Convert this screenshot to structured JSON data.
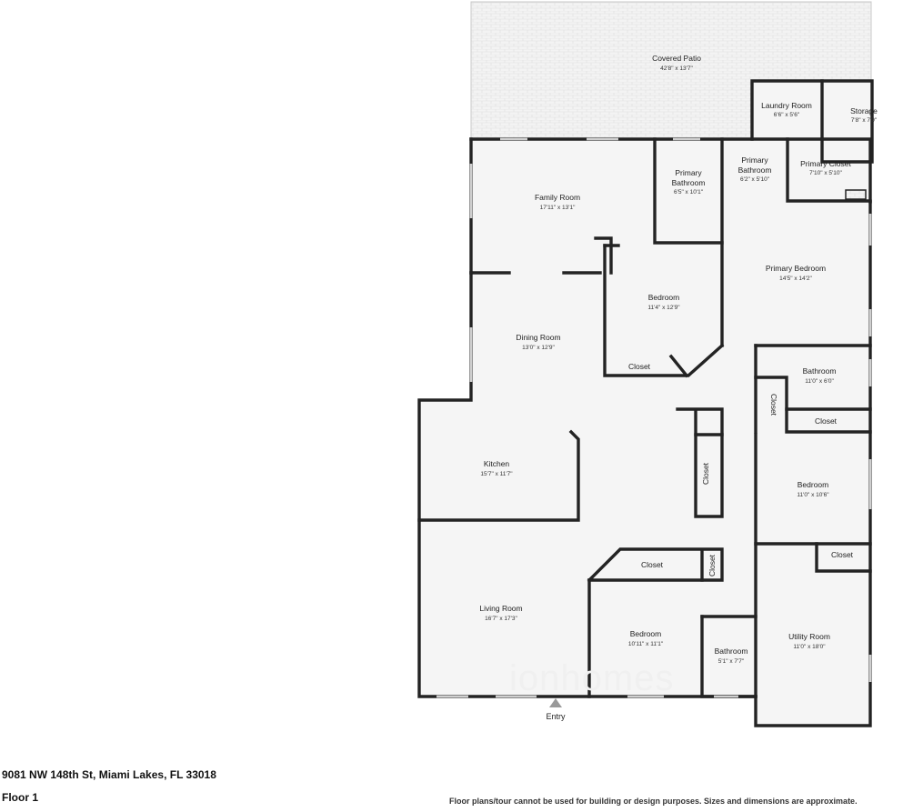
{
  "listing": {
    "address": "9081 NW 148th St, Miami Lakes, FL 33018",
    "floor": "Floor 1",
    "disclaimer": "Floor plans/tour cannot be used for building or design purposes. Sizes and dimensions are approximate.",
    "entry_label": "Entry",
    "watermark": "ionhomes"
  },
  "rooms": {
    "covered_patio": {
      "name": "Covered Patio",
      "dim": "42'8\" x 13'7\""
    },
    "laundry_room": {
      "name": "Laundry Room",
      "dim": "6'6\" x 5'6\""
    },
    "storage": {
      "name": "Storage",
      "dim": "7'8\" x 7'9\""
    },
    "family_room": {
      "name": "Family Room",
      "dim": "17'11\" x 13'1\""
    },
    "primary_bath_1": {
      "name1": "Primary",
      "name2": "Bathroom",
      "dim": "6'5\" x 10'1\""
    },
    "primary_bath_2": {
      "name1": "Primary",
      "name2": "Bathroom",
      "dim": "6'2\" x 5'10\""
    },
    "primary_closet": {
      "name": "Primary Closet",
      "dim": "7'10\" x 5'10\""
    },
    "primary_bedroom": {
      "name": "Primary Bedroom",
      "dim": "14'5\" x 14'2\""
    },
    "bedroom_1": {
      "name": "Bedroom",
      "dim": "11'4\" x 12'9\""
    },
    "closet_1": {
      "name": "Closet"
    },
    "dining_room": {
      "name": "Dining Room",
      "dim": "13'0\" x 12'9\""
    },
    "bathroom_1": {
      "name": "Bathroom",
      "dim": "11'0\" x 6'0\""
    },
    "closet_v1": {
      "name": "Closet"
    },
    "closet_2": {
      "name": "Closet"
    },
    "kitchen": {
      "name": "Kitchen",
      "dim": "15'7\" x 11'7\""
    },
    "closet_v2": {
      "name": "Closet"
    },
    "bedroom_2": {
      "name": "Bedroom",
      "dim": "11'0\" x 10'6\""
    },
    "closet_3": {
      "name": "Closet"
    },
    "closet_4": {
      "name": "Closet"
    },
    "closet_v3": {
      "name": "Closet"
    },
    "living_room": {
      "name": "Living Room",
      "dim": "16'7\" x 17'3\""
    },
    "bedroom_3": {
      "name": "Bedroom",
      "dim": "10'11\" x 11'1\""
    },
    "bathroom_2": {
      "name": "Bathroom",
      "dim": "5'1\" x 7'7\""
    },
    "utility_room": {
      "name": "Utility Room",
      "dim": "11'0\" x 18'0\""
    }
  },
  "colors": {
    "wall": "#232323",
    "floor": "#f5f5f5",
    "patio": "#f2f2f2"
  }
}
